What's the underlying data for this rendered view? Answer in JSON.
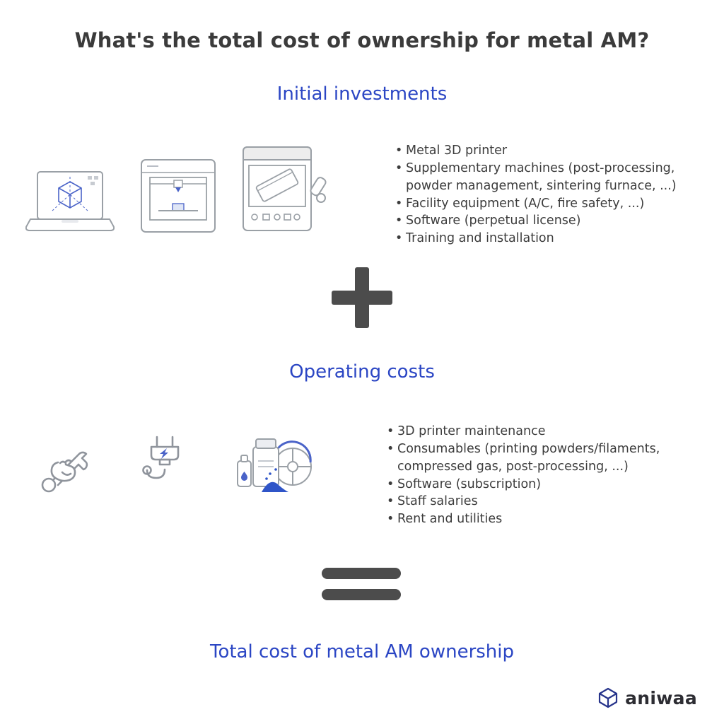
{
  "page": {
    "title": "What's the total cost of ownership for metal AM?"
  },
  "sections": {
    "initial": {
      "heading": "Initial investments",
      "items": [
        "Metal 3D printer",
        "Supplementary machines (post-processing, powder management, sintering furnace, ...)",
        "Facility equipment (A/C, fire safety, ...)",
        "Software (perpetual license)",
        "Training and installation"
      ],
      "icons": [
        "cad-laptop-icon",
        "metal-3d-printer-icon",
        "post-processing-machine-icon"
      ]
    },
    "operating": {
      "heading": "Operating costs",
      "items": [
        "3D printer maintenance",
        "Consumables (printing powders/filaments, compressed gas, post-processing, ...)",
        "Software (subscription)",
        "Staff salaries",
        "Rent and utilities"
      ],
      "icons": [
        "maintenance-wrench-hand-icon",
        "electricity-plug-icon",
        "consumables-powder-spool-icon"
      ]
    },
    "total": {
      "heading": "Total cost of metal AM ownership"
    }
  },
  "operators": {
    "plus": "+",
    "equals": "="
  },
  "logo": {
    "text": "aniwaa"
  },
  "colors": {
    "heading_blue": "#2b46c4",
    "body_text": "#3c3c3c",
    "operator_gray": "#4c4c4c",
    "icon_line_gray": "#9aa0a6",
    "icon_accent_blue": "#4a63c8"
  }
}
